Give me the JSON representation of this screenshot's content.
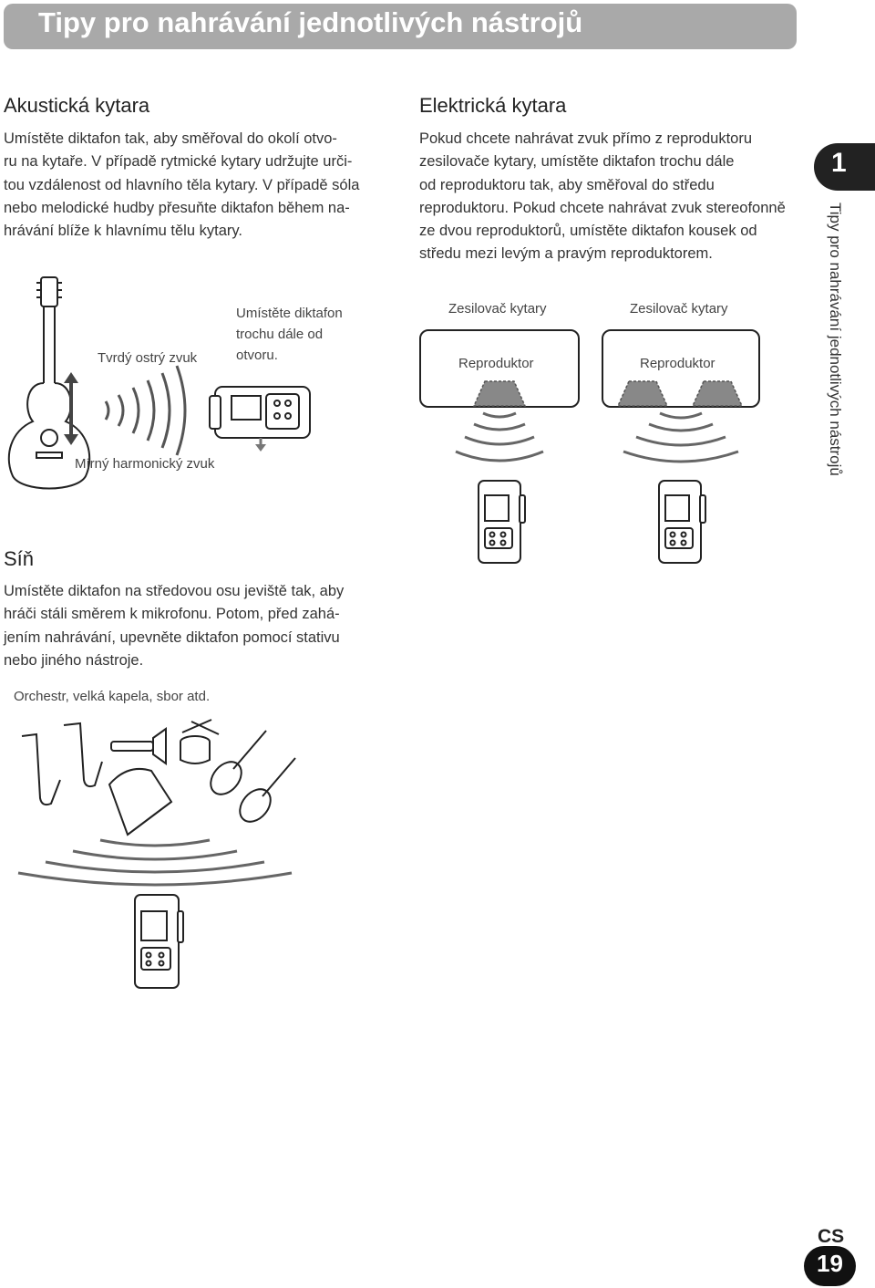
{
  "header": {
    "title": "Tipy pro nahrávání jednotlivých nástrojů"
  },
  "acoustic": {
    "heading": "Akustická kytara",
    "lines": [
      "Umístěte diktafon tak, aby směřoval do okolí otvo-",
      "ru na kytaře. V případě rytmické kytary udržujte urči-",
      "tou vzdálenost od hlavního těla kytary. V případě sóla",
      "nebo melodické hudby přesuňte diktafon během na-",
      "hrávání blíže k hlavnímu tělu kytary."
    ],
    "label_hard": "Tvrdý ostrý zvuk",
    "label_soft": "Mírný harmonický zvuk",
    "label_place": [
      "Umístěte diktafon",
      "trochu dále od",
      "otvoru."
    ]
  },
  "electric": {
    "heading": "Elektrická kytara",
    "lines": [
      "Pokud chcete nahrávat zvuk přímo z reproduktoru",
      "zesilovače kytary, umístěte diktafon trochu dále",
      "od reproduktoru tak, aby směřoval do středu",
      "reproduktoru. Pokud chcete nahrávat zvuk stereofonně",
      "ze dvou reproduktorů, umístěte diktafon kousek od",
      "středu mezi levým a pravým reproduktorem."
    ],
    "amp_label_1": "Zesilovač kytary",
    "amp_label_2": "Zesilovač kytary",
    "speaker_label_1": "Reproduktor",
    "speaker_label_2": "Reproduktor"
  },
  "hall": {
    "heading": "Síň",
    "lines": [
      "Umístěte diktafon na středovou osu jeviště tak, aby",
      "hráči stáli směrem k mikrofonu. Potom, před zahá-",
      "jením nahrávání, upevněte diktafon pomocí stativu",
      "nebo jiného nástroje."
    ],
    "caption": "Orchestr, velká kapela, sbor atd."
  },
  "side_tab": {
    "number": "1",
    "label": "Tipy pro nahrávání jednotlivých nástrojů"
  },
  "footer": {
    "lang": "CS",
    "page": "19"
  }
}
